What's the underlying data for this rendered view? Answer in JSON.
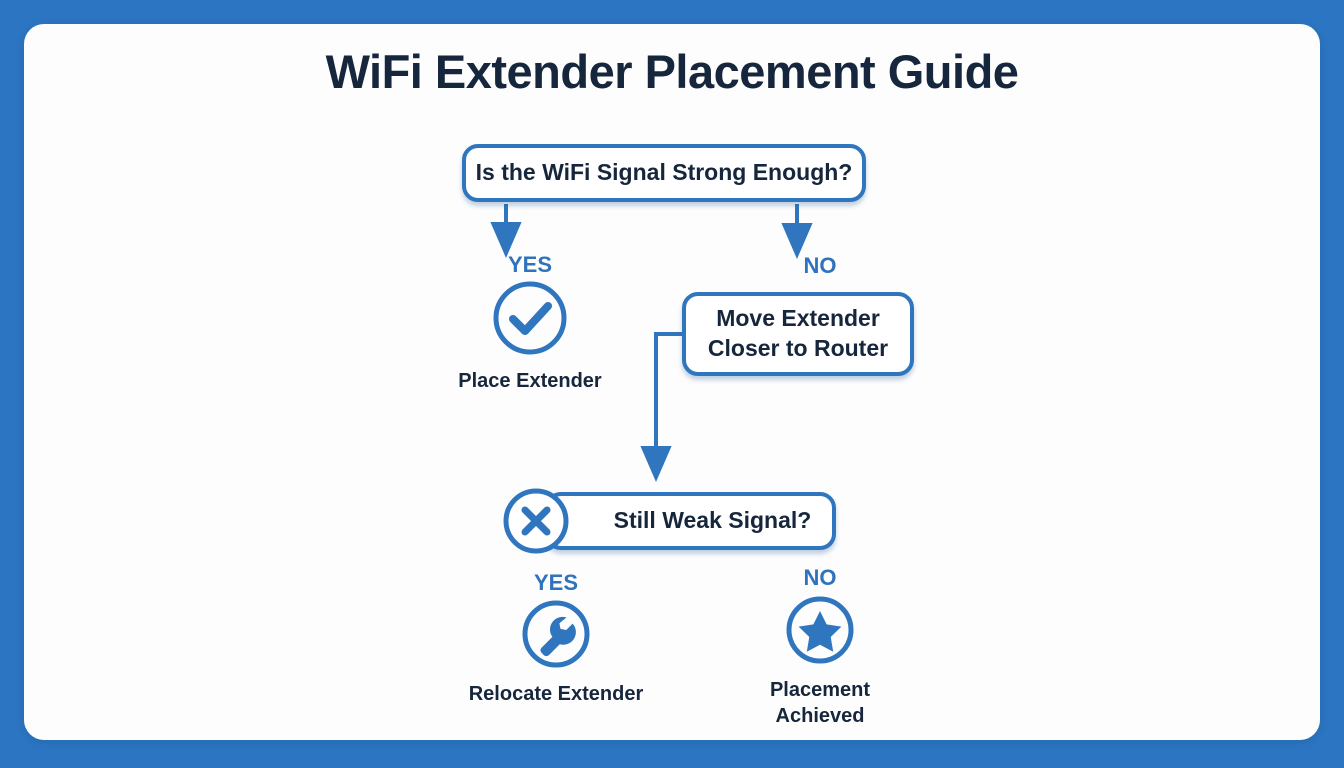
{
  "page": {
    "title": "WiFi Extender Placement Guide",
    "background_color": "#2b75c2",
    "card_color": "#fdfdfd",
    "accent_color": "#2f76bf",
    "text_color": "#16263c"
  },
  "chart_data": {
    "type": "diagram",
    "title": "WiFi Extender Placement Guide",
    "nodes": [
      {
        "id": "decision-1",
        "kind": "decision",
        "label": "Is the WiFi Signal Strong Enough?"
      },
      {
        "id": "outcome-place",
        "kind": "outcome",
        "icon": "check-circle-icon",
        "label": "Place Extender"
      },
      {
        "id": "action-move",
        "kind": "action",
        "label": "Move Extender\nCloser to Router"
      },
      {
        "id": "decision-2",
        "kind": "decision",
        "icon": "x-circle-icon",
        "label": "Still Weak Signal?"
      },
      {
        "id": "outcome-relocate",
        "kind": "outcome",
        "icon": "wrench-circle-icon",
        "label": "Relocate Extender"
      },
      {
        "id": "outcome-achieved",
        "kind": "outcome",
        "icon": "star-circle-icon",
        "label": "Placement\nAchieved"
      }
    ],
    "edges": [
      {
        "from": "decision-1",
        "to": "outcome-place",
        "label": "YES"
      },
      {
        "from": "decision-1",
        "to": "action-move",
        "label": "NO"
      },
      {
        "from": "action-move",
        "to": "decision-2",
        "label": ""
      },
      {
        "from": "decision-2",
        "to": "outcome-relocate",
        "label": "YES"
      },
      {
        "from": "decision-2",
        "to": "outcome-achieved",
        "label": "NO"
      }
    ]
  },
  "nodes": {
    "decision_1": {
      "label": "Is the WiFi Signal Strong Enough?"
    },
    "action_move": {
      "label": "Move Extender\nCloser to Router"
    },
    "decision_2": {
      "label": "Still Weak Signal?"
    }
  },
  "branches": {
    "yes_1": "YES",
    "no_1": "NO",
    "yes_2": "YES",
    "no_2": "NO"
  },
  "outcomes": {
    "place": {
      "caption": "Place Extender",
      "icon": "check-circle-icon"
    },
    "relocate": {
      "caption": "Relocate Extender",
      "icon": "wrench-circle-icon"
    },
    "achieved": {
      "caption": "Placement\nAchieved",
      "icon": "star-circle-icon"
    }
  }
}
